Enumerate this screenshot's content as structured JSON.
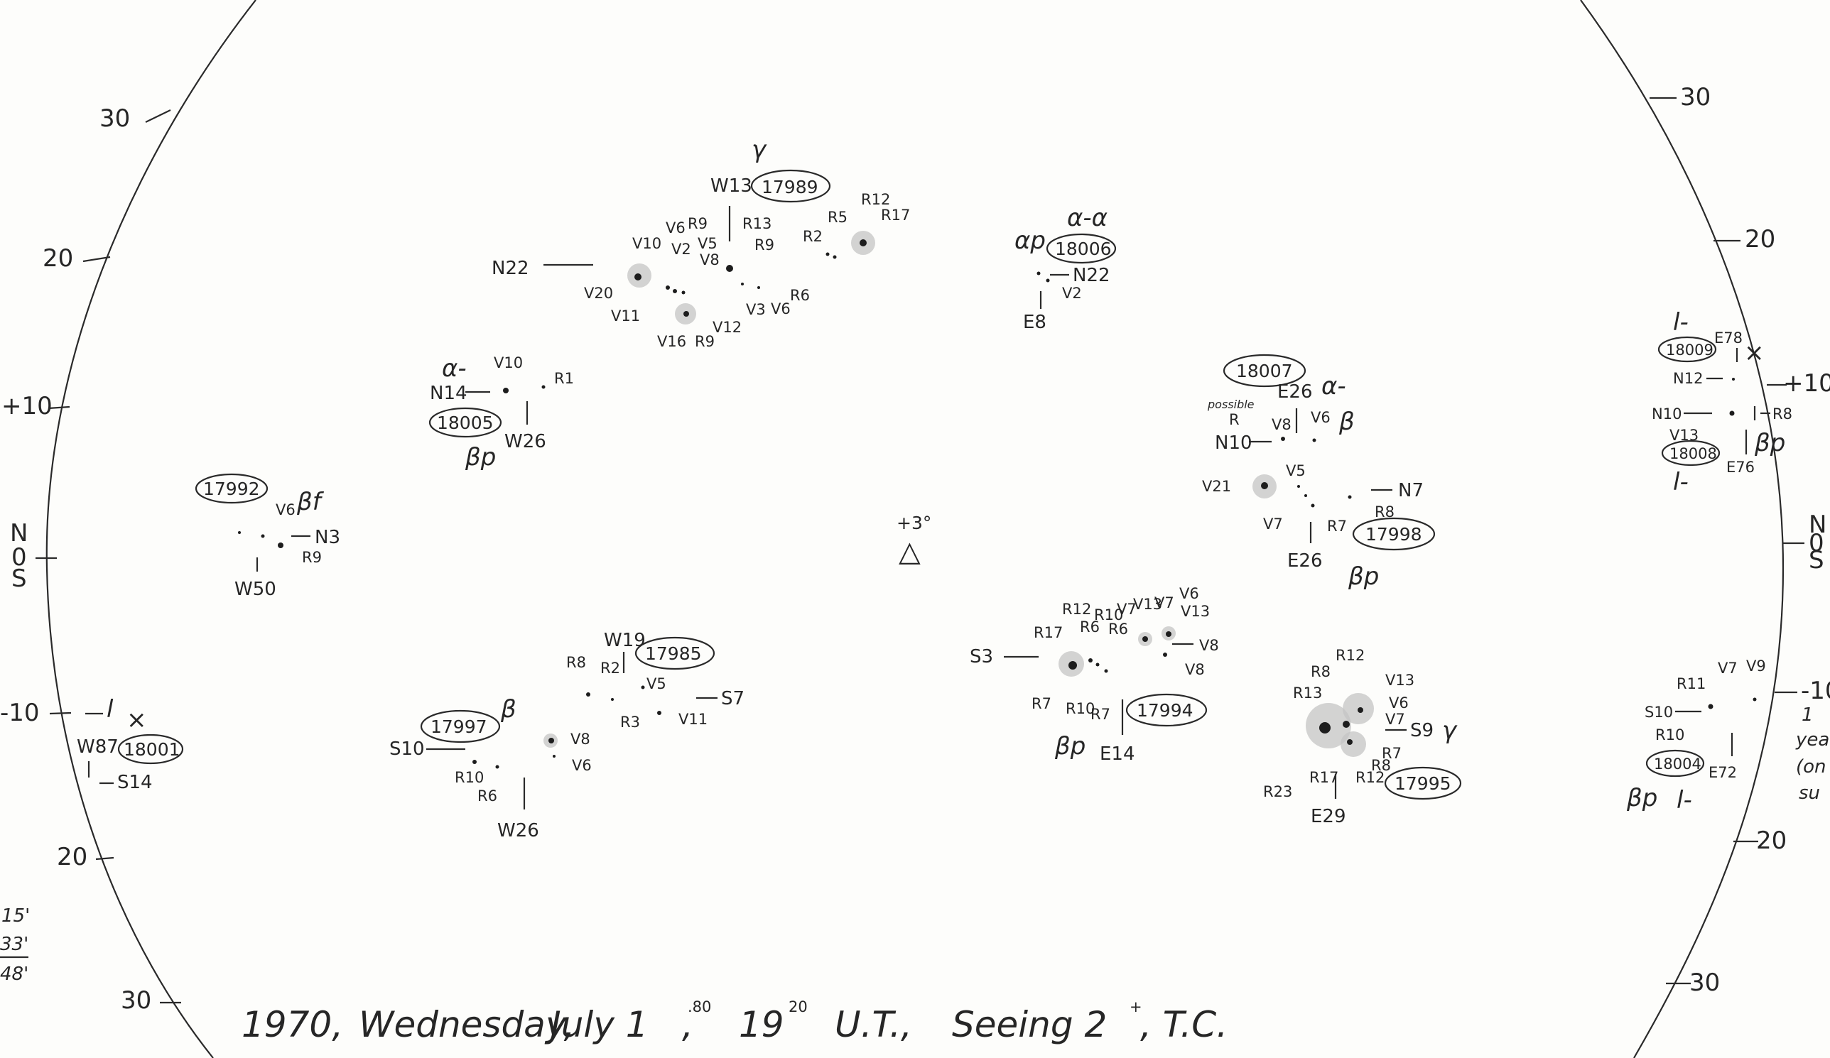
{
  "caption": {
    "year": "1970,",
    "weekday": "Wednesday,",
    "month_day": "July 1",
    "day_fraction": ".80",
    "comma": ",",
    "time": "19",
    "time_minutes": "20",
    "time_unit": "U.T.,",
    "seeing_label": "Seeing 2",
    "seeing_sup": "+",
    "observer": ", T.C."
  },
  "center_mark": {
    "label": "+3°",
    "symbol": "△"
  },
  "left_scale": {
    "labels": [
      "30",
      "20",
      "+10",
      "N",
      "0",
      "S",
      "-10",
      "20",
      "30"
    ]
  },
  "right_scale": {
    "labels": [
      "30",
      "20",
      "+10",
      "N",
      "0",
      "S",
      "-10",
      "20",
      "30"
    ]
  },
  "left_margin_notes": [
    "15'",
    "33'",
    "48'"
  ],
  "right_margin_notes": [
    "1",
    "yea",
    "(on",
    "su"
  ],
  "regions": {
    "r17989": {
      "number": "17989",
      "class": "γ",
      "position": "W13",
      "lat": "N22",
      "labels": [
        "V10",
        "V6",
        "R9",
        "V2",
        "V5",
        "V8",
        "R13",
        "R9",
        "R2",
        "R5",
        "R12",
        "R17",
        "V20",
        "V11",
        "V16",
        "R9",
        "V12",
        "V3",
        "R6",
        "V6"
      ]
    },
    "r18006": {
      "number": "18006",
      "class_top": "α-α",
      "class_left": "αp",
      "lat": "N22",
      "spot": "V2",
      "position": "E8"
    },
    "r18005": {
      "number": "18005",
      "class_top": "α-",
      "class_bottom": "βp",
      "lat": "N14",
      "labels": [
        "V10",
        "R1"
      ],
      "position": "W26"
    },
    "r18007": {
      "number": "18007",
      "class_top": "α-",
      "class_right": "β",
      "position_top": "E26",
      "note_word": "possible",
      "note_r": "R",
      "lat": "N10",
      "labels_top": [
        "V8",
        "V6"
      ],
      "labels_mid": [
        "V21",
        "V5",
        "V7",
        "R7"
      ],
      "lat_right": "N7",
      "label_r8": "R8"
    },
    "r17998": {
      "number": "17998",
      "class": "βp",
      "position": "E26"
    },
    "r17992": {
      "number": "17992",
      "class": "βf",
      "labels": [
        "V6",
        "R9"
      ],
      "lat": "N3",
      "position": "W50"
    },
    "r18001": {
      "number": "18001",
      "class": "l",
      "mark": "×",
      "position": "W87",
      "lat": "S14"
    },
    "r17997": {
      "number": "17997",
      "class": "β",
      "lat": "S10",
      "labels": [
        "R10",
        "R6",
        "V8",
        "V6"
      ],
      "position": "W26"
    },
    "r17985": {
      "number": "17985",
      "position": "W19",
      "lat": "S7",
      "labels": [
        "R8",
        "R2",
        "V5",
        "R3",
        "V11"
      ]
    },
    "r17994": {
      "number": "17994",
      "class": "βp",
      "lat": "S3",
      "position": "E14",
      "labels": [
        "R12",
        "R17",
        "R6",
        "R10",
        "R6",
        "V7",
        "V13",
        "V7",
        "V6",
        "V13",
        "V8",
        "V8",
        "R7",
        "R10",
        "R7"
      ]
    },
    "r17995": {
      "number": "17995",
      "class": "γ",
      "lat": "S9",
      "position": "E29",
      "labels": [
        "R8",
        "R12",
        "R13",
        "V13",
        "V6",
        "V7",
        "R23",
        "R17",
        "R12",
        "R8",
        "R7"
      ]
    },
    "r18009": {
      "number": "18009",
      "class": "l-",
      "position": "E78",
      "mark": "×",
      "lat": "N12"
    },
    "r18008": {
      "number": "18008",
      "class_right": "βp",
      "class_bottom": "l-",
      "lat": "N10",
      "labels": [
        "R8",
        "V13"
      ],
      "position": "E76"
    },
    "r18004": {
      "number": "18004",
      "class_left": "βp",
      "class_right": "l-",
      "lat": "S10",
      "labels": [
        "R11",
        "V7",
        "V9",
        "R10"
      ],
      "position": "E72"
    }
  }
}
